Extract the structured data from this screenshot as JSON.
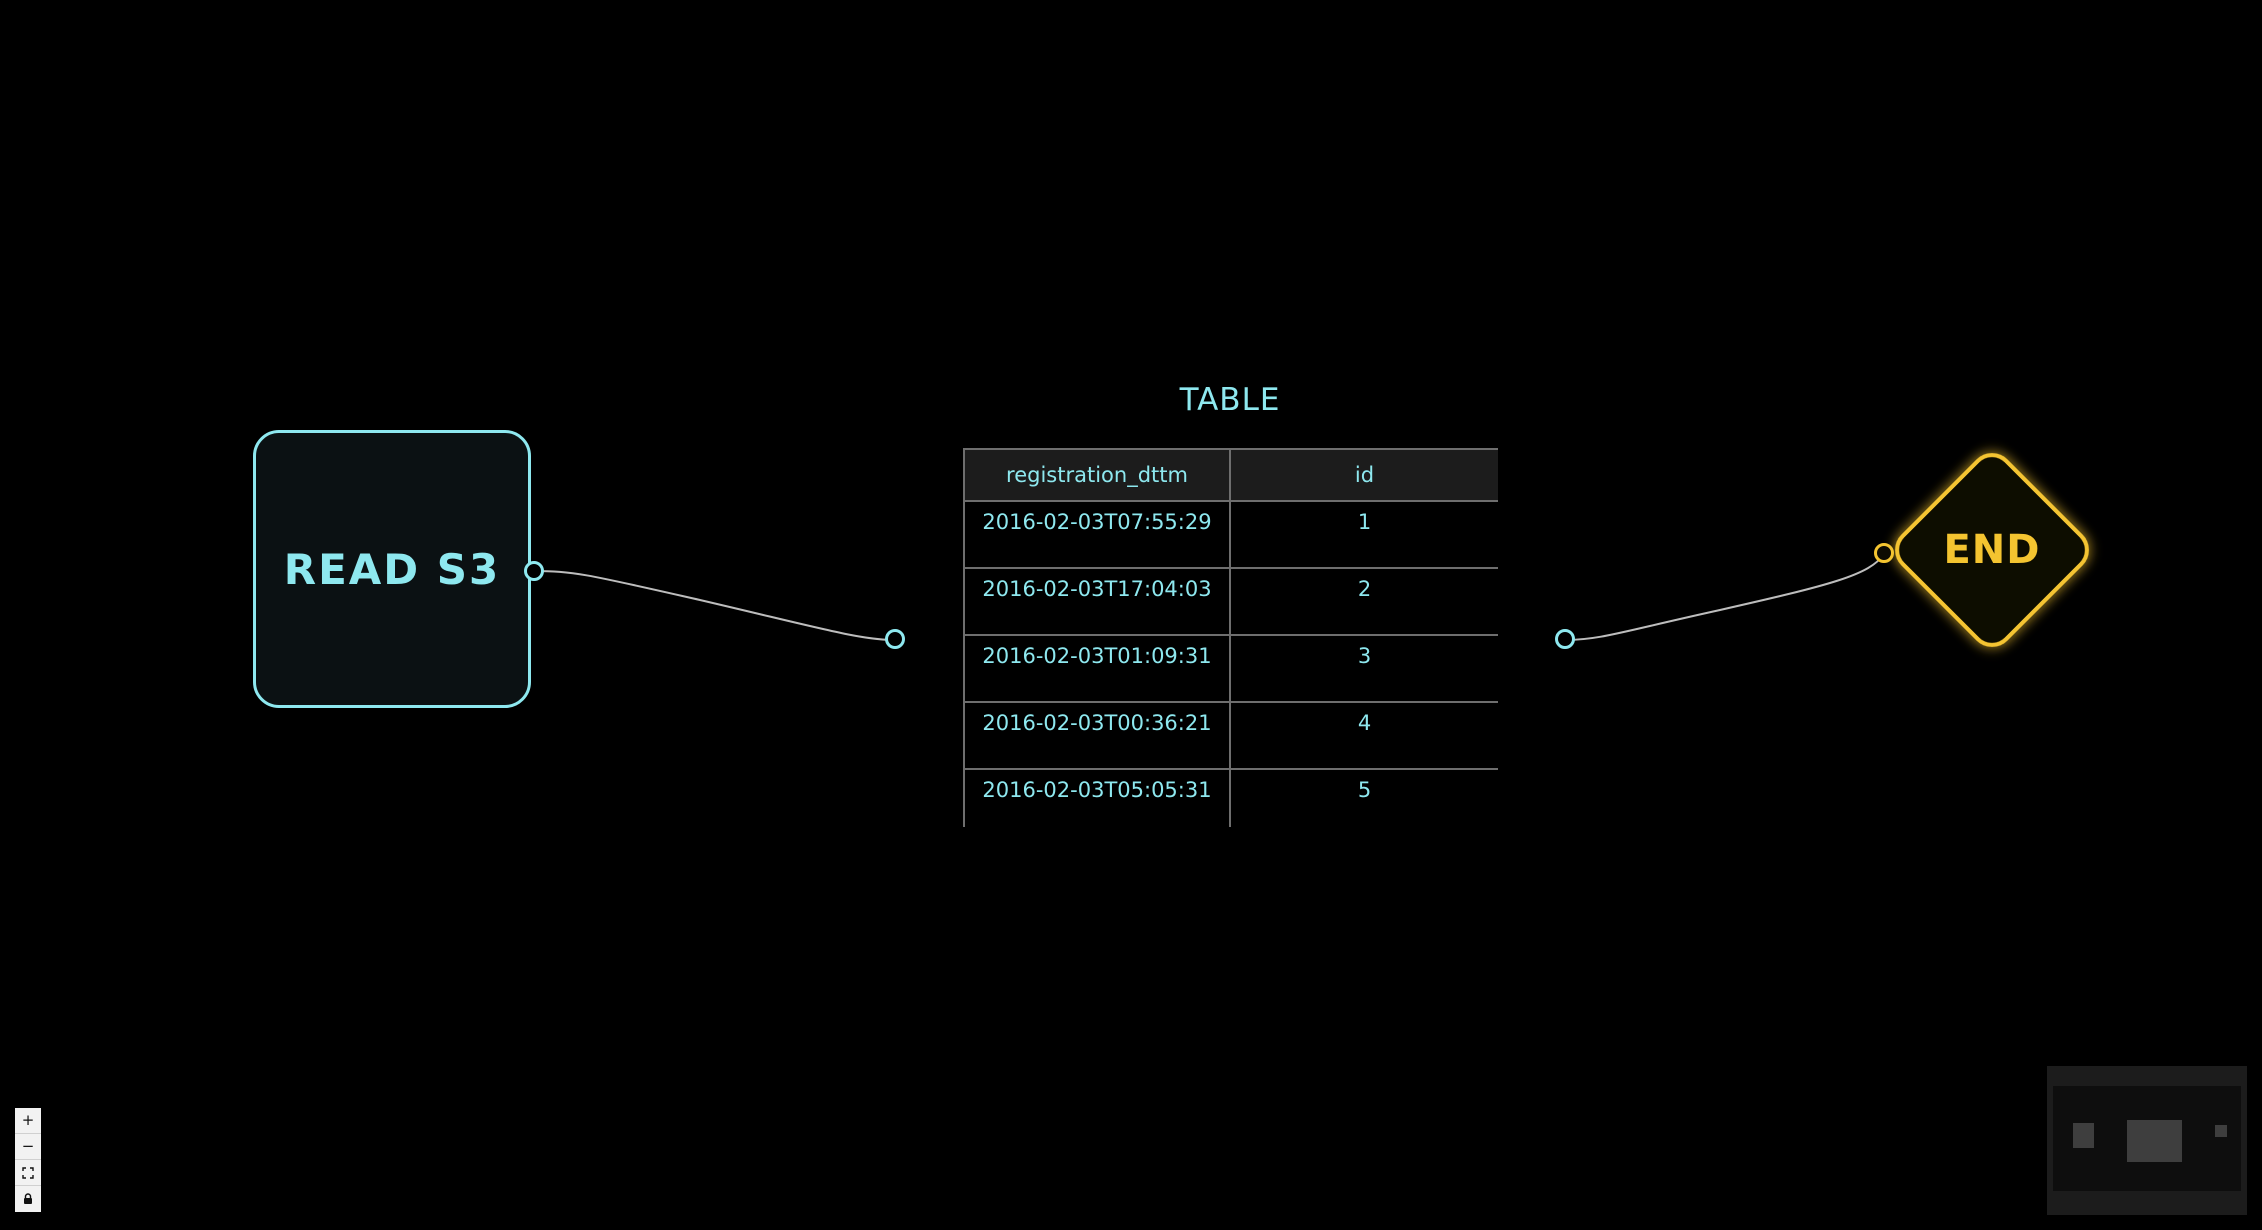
{
  "nodes": {
    "read": {
      "label": "READ S3"
    },
    "table": {
      "title": "TABLE",
      "columns": [
        "registration_dttm",
        "id"
      ],
      "rows": [
        [
          "2016-02-03T07:55:29",
          "1"
        ],
        [
          "2016-02-03T17:04:03",
          "2"
        ],
        [
          "2016-02-03T01:09:31",
          "3"
        ],
        [
          "2016-02-03T00:36:21",
          "4"
        ],
        [
          "2016-02-03T05:05:31",
          "5"
        ]
      ]
    },
    "end": {
      "label": "END"
    }
  },
  "controls": {
    "zoom_in": "+",
    "zoom_out": "−",
    "fit_view": "⛶",
    "lock": "🔒"
  },
  "colors": {
    "background": "#000000",
    "read_accent": "#8ee8ef",
    "end_accent": "#f4c430",
    "edge": "#bdbdbd",
    "table_border": "#6e6e6e"
  }
}
